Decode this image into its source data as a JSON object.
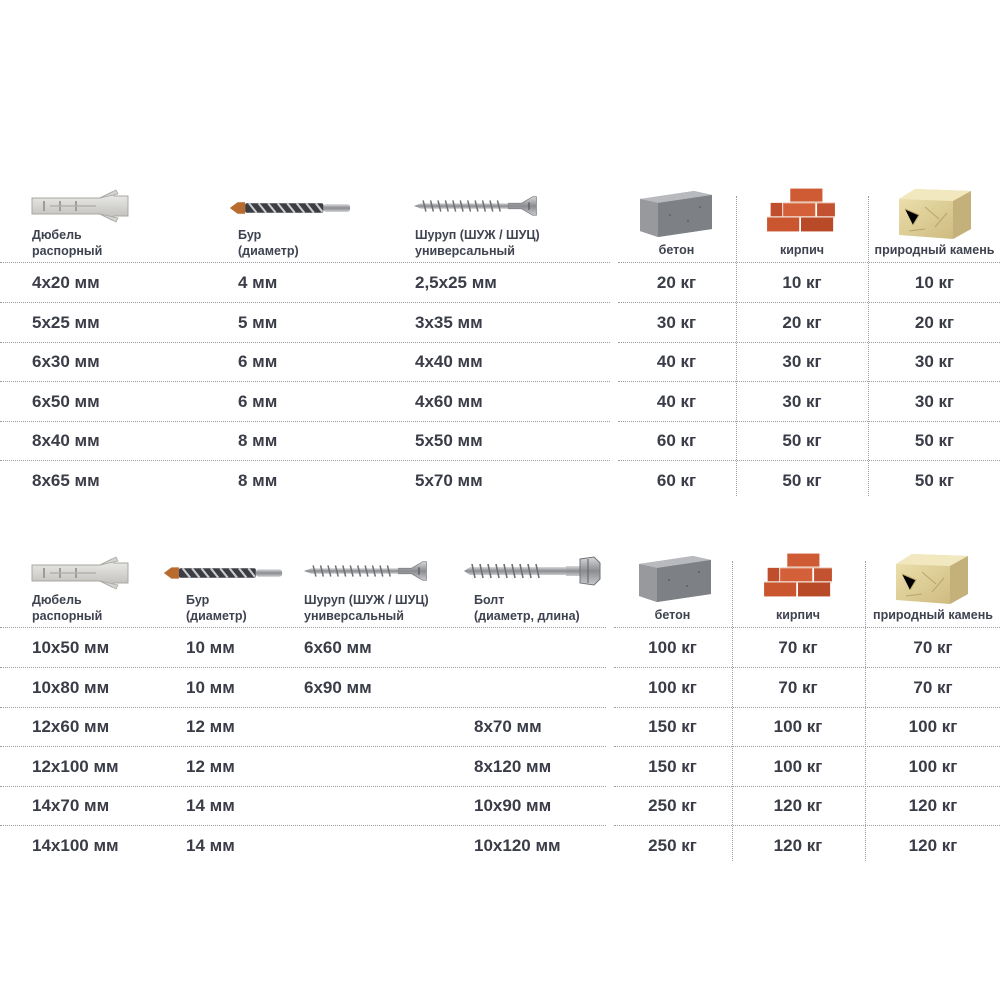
{
  "table1": {
    "headers": {
      "dowel": "Дюбель\nраспорный",
      "drill": "Бур\n(диаметр)",
      "screw": "Шуруп (ШУЖ / ШУЦ)\nуниверсальный",
      "concrete": "бетон",
      "brick": "кирпич",
      "stone": "природный камень"
    },
    "rows": [
      {
        "dowel": "4x20 мм",
        "drill": "4 мм",
        "screw": "2,5x25 мм",
        "concrete": "20 кг",
        "brick": "10 кг",
        "stone": "10 кг"
      },
      {
        "dowel": "5x25 мм",
        "drill": "5 мм",
        "screw": "3x35 мм",
        "concrete": "30 кг",
        "brick": "20 кг",
        "stone": "20 кг"
      },
      {
        "dowel": "6x30 мм",
        "drill": "6 мм",
        "screw": "4x40 мм",
        "concrete": "40 кг",
        "brick": "30 кг",
        "stone": "30 кг"
      },
      {
        "dowel": "6x50 мм",
        "drill": "6 мм",
        "screw": "4x60 мм",
        "concrete": "40 кг",
        "brick": "30 кг",
        "stone": "30 кг"
      },
      {
        "dowel": "8x40 мм",
        "drill": "8 мм",
        "screw": "5x50 мм",
        "concrete": "60 кг",
        "brick": "50 кг",
        "stone": "50 кг"
      },
      {
        "dowel": "8x65 мм",
        "drill": "8 мм",
        "screw": "5x70 мм",
        "concrete": "60 кг",
        "brick": "50 кг",
        "stone": "50 кг"
      }
    ]
  },
  "table2": {
    "headers": {
      "dowel": "Дюбель\nраспорный",
      "drill": "Бур\n(диаметр)",
      "screw": "Шуруп (ШУЖ / ШУЦ)\nуниверсальный",
      "bolt": "Болт\n(диаметр, длина)",
      "concrete": "бетон",
      "brick": "кирпич",
      "stone": "природный камень"
    },
    "rows": [
      {
        "dowel": "10x50 мм",
        "drill": "10 мм",
        "screw": "6x60 мм",
        "bolt": "",
        "concrete": "100 кг",
        "brick": "70 кг",
        "stone": "70 кг"
      },
      {
        "dowel": "10x80 мм",
        "drill": "10 мм",
        "screw": "6x90 мм",
        "bolt": "",
        "concrete": "100 кг",
        "brick": "70 кг",
        "stone": "70 кг"
      },
      {
        "dowel": "12x60 мм",
        "drill": "12 мм",
        "screw": "",
        "bolt": "8x70 мм",
        "concrete": "150 кг",
        "brick": "100 кг",
        "stone": "100 кг"
      },
      {
        "dowel": "12x100 мм",
        "drill": "12 мм",
        "screw": "",
        "bolt": "8x120 мм",
        "concrete": "150 кг",
        "brick": "100 кг",
        "stone": "100 кг"
      },
      {
        "dowel": "14x70 мм",
        "drill": "14 мм",
        "screw": "",
        "bolt": "10x90 мм",
        "concrete": "250 кг",
        "brick": "120 кг",
        "stone": "120 кг"
      },
      {
        "dowel": "14x100 мм",
        "drill": "14 мм",
        "screw": "",
        "bolt": "10x120 мм",
        "concrete": "250 кг",
        "brick": "120 кг",
        "stone": "120 кг"
      }
    ]
  },
  "icons": {
    "dowel": "dowel-icon",
    "drill": "drill-bit-icon",
    "screw": "screw-icon",
    "bolt": "bolt-icon",
    "concrete": "concrete-block-icon",
    "brick": "brick-icon",
    "stone": "natural-stone-icon"
  },
  "colors": {
    "text": "#3a3d48",
    "grid": "#9a9ca3",
    "brick": "#c8502e",
    "stone": "#e3d39a",
    "concrete": "#8e9196"
  }
}
